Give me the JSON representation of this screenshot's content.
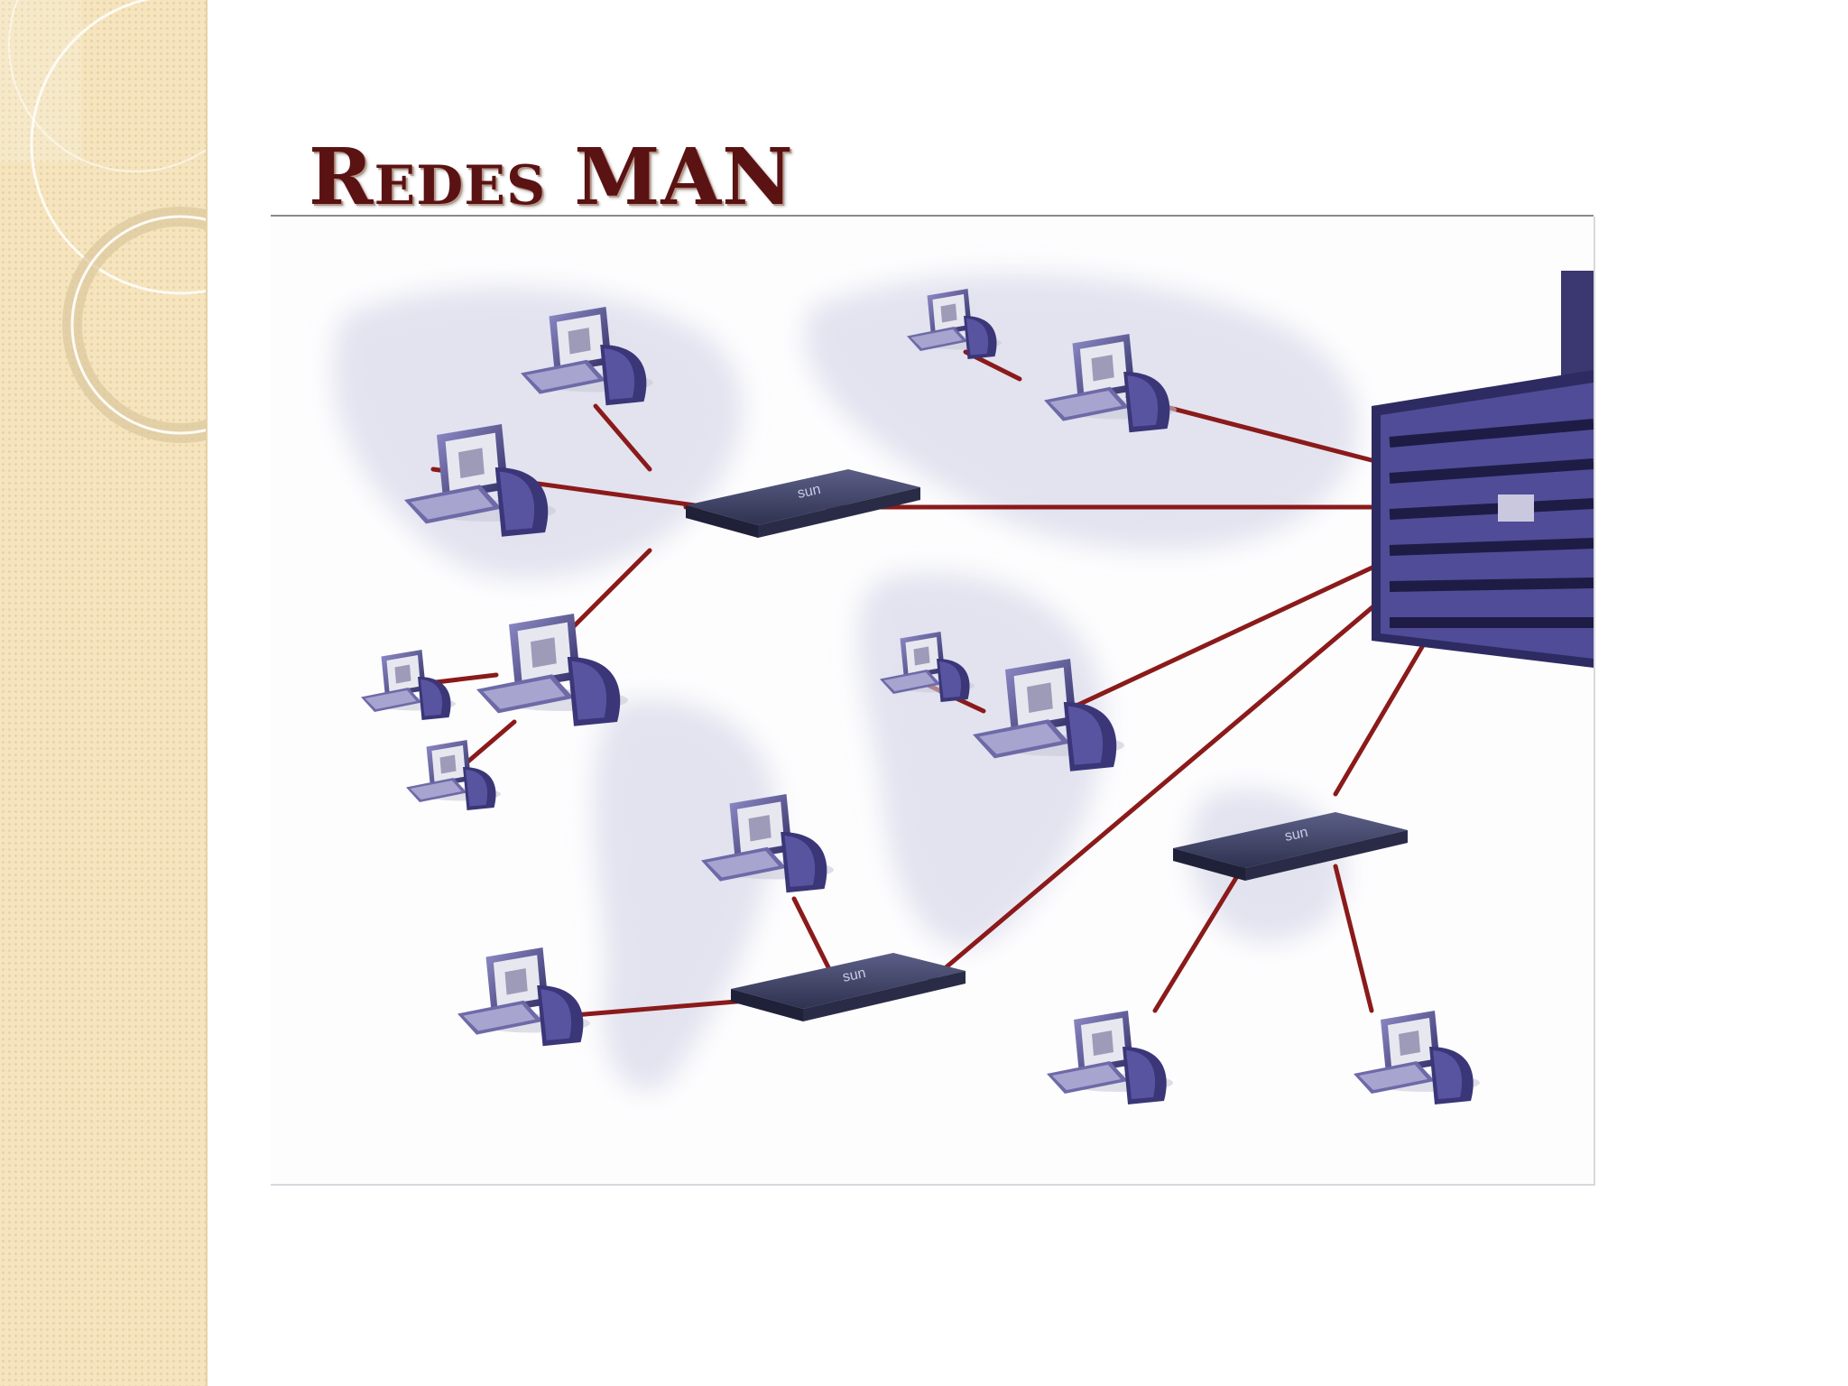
{
  "slide": {
    "title": "Redes MAN"
  },
  "colors": {
    "title": "#5a1212",
    "sidebar_background": "#f5e4bd",
    "link_line": "#8b1a1a",
    "device": "#4b4790",
    "device_dark": "#2e2b62",
    "world_map": "#e2e3ef"
  },
  "diagram": {
    "device_brand_label": "sun",
    "devices": [
      {
        "type": "mainframe-server",
        "icon": "server-rack-icon"
      },
      {
        "type": "hub",
        "icon": "network-hub-icon"
      },
      {
        "type": "hub",
        "icon": "network-hub-icon"
      },
      {
        "type": "hub",
        "icon": "network-hub-icon"
      },
      {
        "type": "workstation",
        "icon": "computer-icon"
      },
      {
        "type": "workstation",
        "icon": "computer-icon"
      },
      {
        "type": "workstation",
        "icon": "computer-icon"
      },
      {
        "type": "workstation",
        "icon": "computer-icon"
      },
      {
        "type": "workstation",
        "icon": "computer-icon"
      },
      {
        "type": "workstation",
        "icon": "computer-icon"
      },
      {
        "type": "workstation",
        "icon": "computer-icon"
      },
      {
        "type": "workstation",
        "icon": "computer-icon"
      },
      {
        "type": "workstation",
        "icon": "computer-icon"
      },
      {
        "type": "workstation",
        "icon": "computer-icon"
      },
      {
        "type": "workstation",
        "icon": "computer-icon"
      },
      {
        "type": "workstation",
        "icon": "computer-icon"
      },
      {
        "type": "workstation",
        "icon": "computer-icon"
      },
      {
        "type": "workstation",
        "icon": "computer-icon"
      }
    ]
  }
}
